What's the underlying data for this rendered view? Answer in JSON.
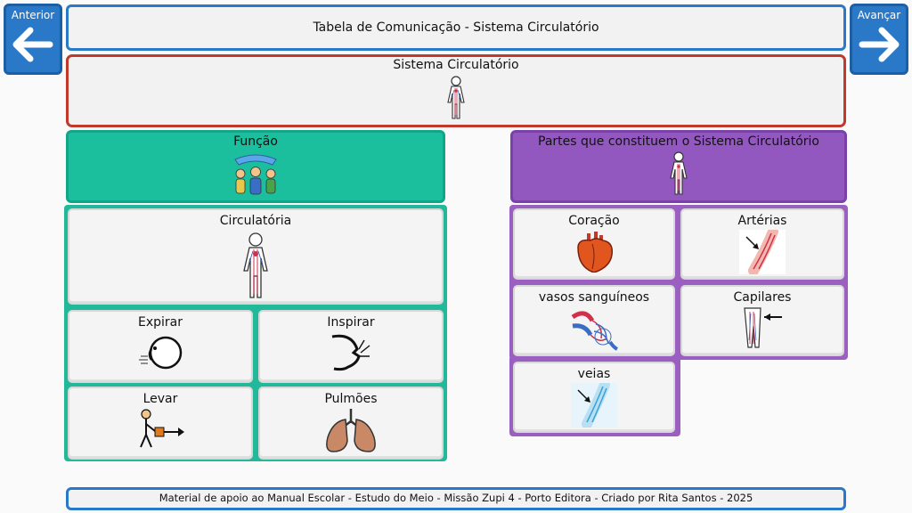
{
  "nav": {
    "prev_label": "Anterior",
    "next_label": "Avançar"
  },
  "header": {
    "title": "Tabela de Comunicação - Sistema Circulatório"
  },
  "topic": {
    "label": "Sistema Circulatório"
  },
  "function_header": {
    "label": "Função"
  },
  "parts_header": {
    "label": "Partes que constituem o Sistema Circulatório"
  },
  "function_cards": {
    "main": "Circulatória",
    "expirar": "Expirar",
    "inspirar": "Inspirar",
    "levar": "Levar",
    "pulmoes": "Pulmões"
  },
  "part_cards": {
    "coracao": "Coração",
    "arterias": "Artérias",
    "vasos": "vasos sanguíneos",
    "capilares": "Capilares",
    "veias": "veias"
  },
  "footer": {
    "text": "Material de apoio ao Manual Escolar - Estudo do Meio - Missão Zupi 4 - Porto Editora - Criado por Rita Santos - 2025"
  },
  "colors": {
    "blue": "#2a78c8",
    "red": "#c0392b",
    "teal": "#21b99a",
    "purple": "#9a5fc0"
  }
}
